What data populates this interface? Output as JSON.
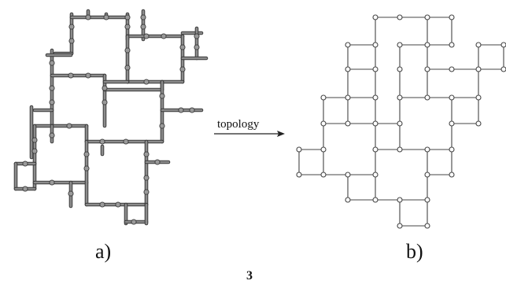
{
  "figure": {
    "arrow_label": "topology",
    "caption_a": "a)",
    "caption_b": "b)",
    "figure_number": "3"
  },
  "colors": {
    "tube_fill": "#8c8c8c",
    "tube_edge": "#3a3a3a",
    "bead_fill": "#9a9a9a",
    "line": "#444444",
    "node_stroke": "#444444",
    "node_fill": "#ffffff",
    "arrow": "#222222"
  }
}
